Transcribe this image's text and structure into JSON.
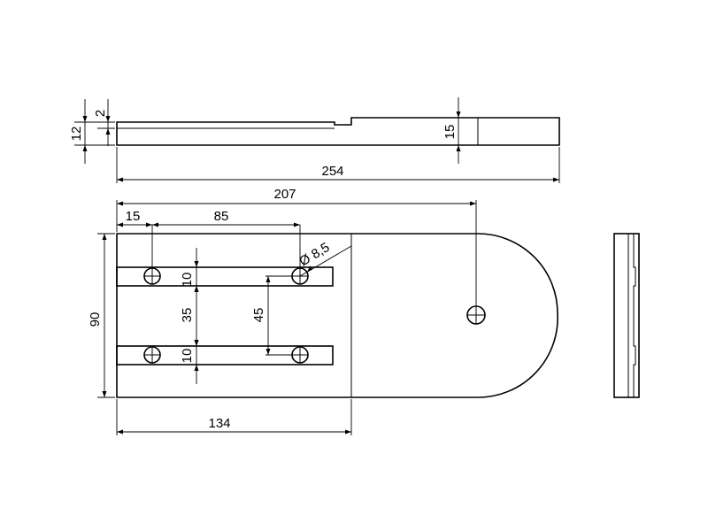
{
  "drawing": {
    "colors": {
      "line": "#000000",
      "background": "#ffffff"
    },
    "dimensions": {
      "top_view_thin_step": "2",
      "top_view_thin_thickness": "12",
      "top_view_thick_thickness": "15",
      "overall_length": "254",
      "length_to_round_hole": "207",
      "slot_offset": "15",
      "slot_hole_spacing": "85",
      "hole_diameter": "Ø 8,5",
      "plate_width": "90",
      "slot_width_upper": "10",
      "slot_width_lower": "10",
      "slot_center_spacing": "35",
      "hole_vertical_spacing": "45",
      "rectangular_part_length": "134"
    }
  }
}
